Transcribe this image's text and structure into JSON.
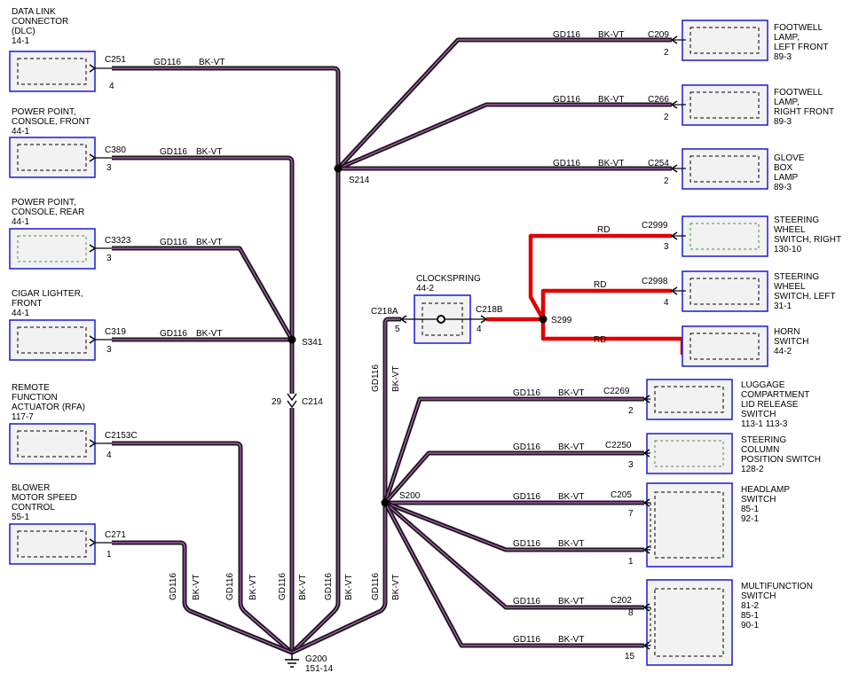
{
  "colors": {
    "wire_base": "#1a1a1a",
    "wire_stripe": "#c060c8",
    "wire_red": "#e00000",
    "box_border": "#1a1ad6"
  },
  "components": [
    {
      "id": "dlc",
      "lines": [
        "DATA LINK",
        "CONNECTOR",
        "(DLC)"
      ],
      "ref": "14-1"
    },
    {
      "id": "pp-front",
      "lines": [
        "POWER POINT,",
        "CONSOLE, FRONT"
      ],
      "ref": "44-1"
    },
    {
      "id": "pp-rear",
      "lines": [
        "POWER POINT,",
        "CONSOLE, REAR"
      ],
      "ref": "44-1"
    },
    {
      "id": "cigar",
      "lines": [
        "CIGAR LIGHTER,",
        "FRONT"
      ],
      "ref": "44-1"
    },
    {
      "id": "rfa",
      "lines": [
        "REMOTE",
        "FUNCTION",
        "ACTUATOR (RFA)"
      ],
      "ref": "117-7"
    },
    {
      "id": "blower",
      "lines": [
        "BLOWER",
        "MOTOR SPEED",
        "CONTROL"
      ],
      "ref": "55-1"
    },
    {
      "id": "clockspring",
      "lines": [
        "CLOCKSPRING"
      ],
      "ref": "44-2"
    },
    {
      "id": "fw-lf",
      "lines": [
        "FOOTWELL",
        "LAMP,",
        "LEFT FRONT"
      ],
      "ref": "89-3"
    },
    {
      "id": "fw-rf",
      "lines": [
        "FOOTWELL",
        "LAMP,",
        "RIGHT FRONT"
      ],
      "ref": "89-3"
    },
    {
      "id": "glove",
      "lines": [
        "GLOVE",
        "BOX",
        "LAMP"
      ],
      "ref": "89-3"
    },
    {
      "id": "sw-right",
      "lines": [
        "STEERING",
        "WHEEL",
        "SWITCH, RIGHT"
      ],
      "ref": "130-10"
    },
    {
      "id": "sw-left",
      "lines": [
        "STEERING",
        "WHEEL",
        "SWITCH, LEFT"
      ],
      "ref": "31-1"
    },
    {
      "id": "horn",
      "lines": [
        "HORN",
        "SWITCH"
      ],
      "ref": "44-2"
    },
    {
      "id": "luggage",
      "lines": [
        "LUGGAGE",
        "COMPARTMENT",
        "LID RELEASE",
        "SWITCH"
      ],
      "ref": "113-1   113-3"
    },
    {
      "id": "steer-col",
      "lines": [
        "STEERING",
        "COLUMN",
        "POSITION SWITCH"
      ],
      "ref": "128-2"
    },
    {
      "id": "headlamp",
      "lines": [
        "HEADLAMP",
        "SWITCH",
        "85-1"
      ],
      "ref": "92-1"
    },
    {
      "id": "multifunction",
      "lines": [
        "MULTIFUNCTION",
        "SWITCH",
        "81-2",
        "85-1"
      ],
      "ref": "90-1"
    }
  ],
  "connectors": [
    "C251",
    "C380",
    "C3323",
    "C319",
    "C2153C",
    "C271",
    "C214",
    "C218A",
    "C218B",
    "C209",
    "C266",
    "C254",
    "C2999",
    "C2998",
    "C2269",
    "C2250",
    "C205",
    "C202"
  ],
  "pins": [
    "4",
    "3",
    "3",
    "3",
    "4",
    "1",
    "29",
    "5",
    "4",
    "2",
    "2",
    "2",
    "3",
    "4",
    "2",
    "3",
    "7",
    "1",
    "8",
    "15"
  ],
  "splices": [
    "S214",
    "S341",
    "S200",
    "S299"
  ],
  "ground": {
    "id": "G200",
    "ref": "151-14"
  },
  "wire_circuit": "GD116",
  "wire_color": "BK-VT",
  "red_color": "RD"
}
